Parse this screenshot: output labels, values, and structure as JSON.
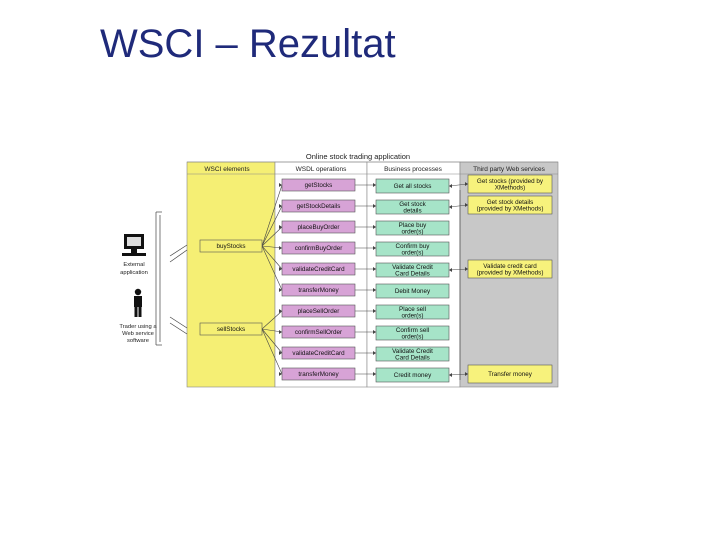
{
  "slide": {
    "title": "WSCI – Rezultat"
  },
  "diagram": {
    "title": "Online stock trading application",
    "columns": {
      "wsci": "WSCI elements",
      "wsdl": "WSDL operations",
      "business": "Business processes",
      "third_party": "Third party Web services"
    },
    "actors": {
      "external": "External application",
      "trader": "Trader using a Web service software"
    },
    "wsci_elements": [
      "buyStocks",
      "sellStocks"
    ],
    "wsdl_operations": [
      "getStocks",
      "getStockDetails",
      "placeBuyOrder",
      "confirmBuyOrder",
      "validateCreditCard",
      "transferMoney",
      "placeSellOrder",
      "confirmSellOrder",
      "validateCreditCard",
      "transferMoney"
    ],
    "business_processes": [
      "Get all stocks",
      "Get stock details",
      "Place buy order(s)",
      "Confirm buy order(s)",
      "Validate Credit Card Details",
      "Debit Money",
      "Place sell order(s)",
      "Confirm sell order(s)",
      "Validate Credit Card Details",
      "Credit money"
    ],
    "third_party_services": [
      "Get stocks (provided by XMethods)",
      "Get stock details (provided by XMethods)",
      "Validate credit card (provided by XMethods)",
      "Transfer money"
    ],
    "colors": {
      "wsci_bg": "#f5ef74",
      "wsdl_box": "#d7a3d6",
      "business_box": "#a6e4c8",
      "third_bg": "#c8c8c8",
      "service_box": "#f7f27c"
    }
  }
}
